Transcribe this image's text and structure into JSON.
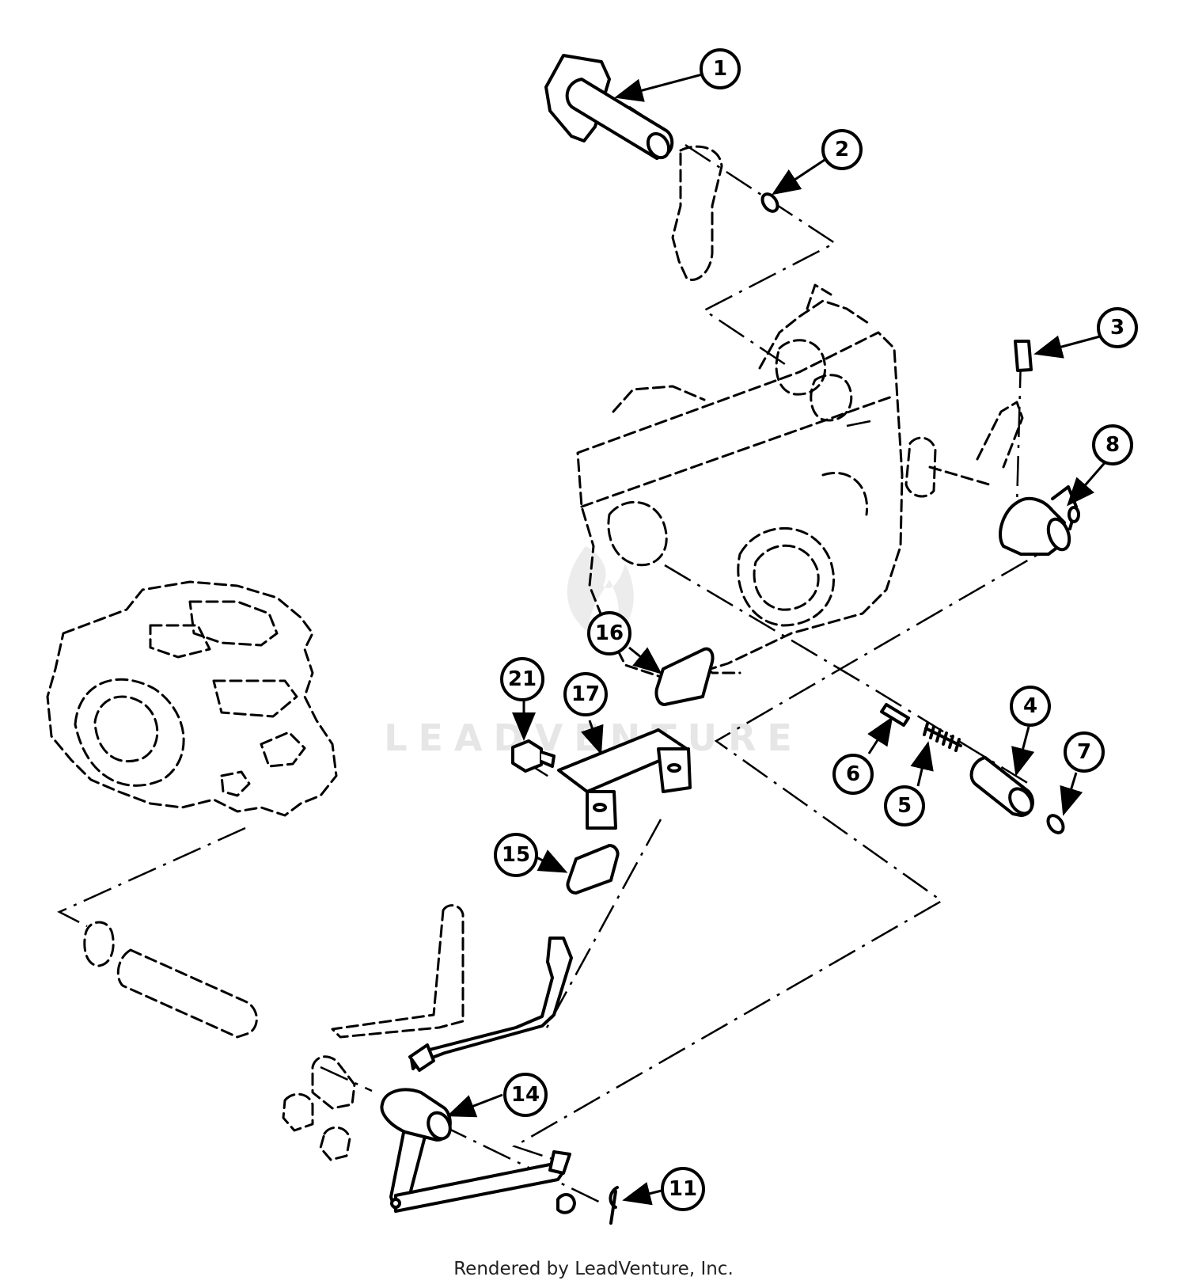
{
  "watermark": {
    "text": "LEADVENTURE"
  },
  "credit": "Rendered by LeadVenture, Inc.",
  "callouts": [
    {
      "id": "c1",
      "label": "1"
    },
    {
      "id": "c2",
      "label": "2"
    },
    {
      "id": "c3",
      "label": "3"
    },
    {
      "id": "c8",
      "label": "8"
    },
    {
      "id": "c16",
      "label": "16"
    },
    {
      "id": "c21",
      "label": "21"
    },
    {
      "id": "c17",
      "label": "17"
    },
    {
      "id": "c4",
      "label": "4"
    },
    {
      "id": "c7",
      "label": "7"
    },
    {
      "id": "c6",
      "label": "6"
    },
    {
      "id": "c5",
      "label": "5"
    },
    {
      "id": "c15",
      "label": "15"
    },
    {
      "id": "c14",
      "label": "14"
    },
    {
      "id": "c11",
      "label": "11"
    }
  ]
}
